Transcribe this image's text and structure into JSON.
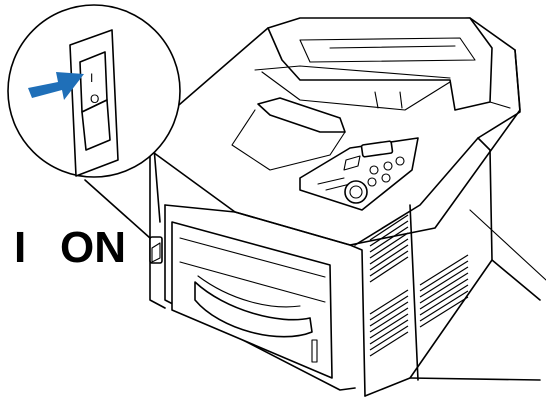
{
  "caption": {
    "symbol": "I",
    "state": "ON"
  },
  "switch_marks": {
    "on_mark": "I",
    "off_mark": "O"
  },
  "colors": {
    "arrow": "#1f6fb8",
    "lines": "#000000",
    "background": "#ffffff"
  },
  "icons": {
    "pointer": "arrow-right-icon",
    "power_switch": "power-switch-icon",
    "printer": "printer-icon"
  }
}
